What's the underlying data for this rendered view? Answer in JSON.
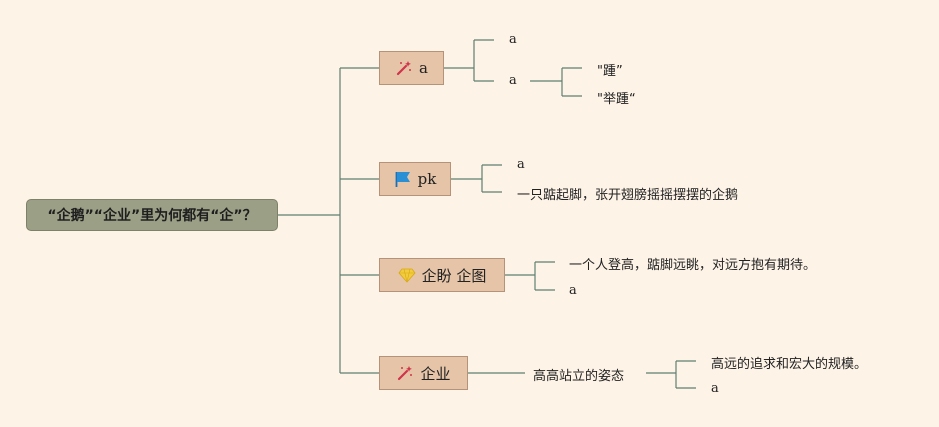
{
  "root": {
    "label": "“企鹅”“企业”里为何都有“企”？"
  },
  "branches": [
    {
      "icon": "magic-wand-icon",
      "label": "a",
      "children": [
        {
          "label": "a"
        },
        {
          "label": "a",
          "children": [
            {
              "label": "\"踵”"
            },
            {
              "label": "\"举踵“"
            }
          ]
        }
      ]
    },
    {
      "icon": "flag-icon",
      "label": "pk",
      "children": [
        {
          "label": "a"
        },
        {
          "label": "一只踮起脚，张开翅膀摇摇摆摆的企鹅"
        }
      ]
    },
    {
      "icon": "diamond-icon",
      "label": "企盼 企图",
      "children": [
        {
          "label": "一个人登高，踮脚远眺，对远方抱有期待。"
        },
        {
          "label": "a"
        }
      ]
    },
    {
      "icon": "magic-wand-icon",
      "label": "企业",
      "children": [
        {
          "label": "高高站立的姿态",
          "children": [
            {
              "label": "高远的追求和宏大的规模。"
            },
            {
              "label": "a"
            }
          ]
        }
      ]
    }
  ],
  "colors": {
    "background": "#fdf3e7",
    "root_fill": "#9b9f86",
    "branch_fill": "#e5c4a8",
    "connector": "#5f7f70"
  }
}
